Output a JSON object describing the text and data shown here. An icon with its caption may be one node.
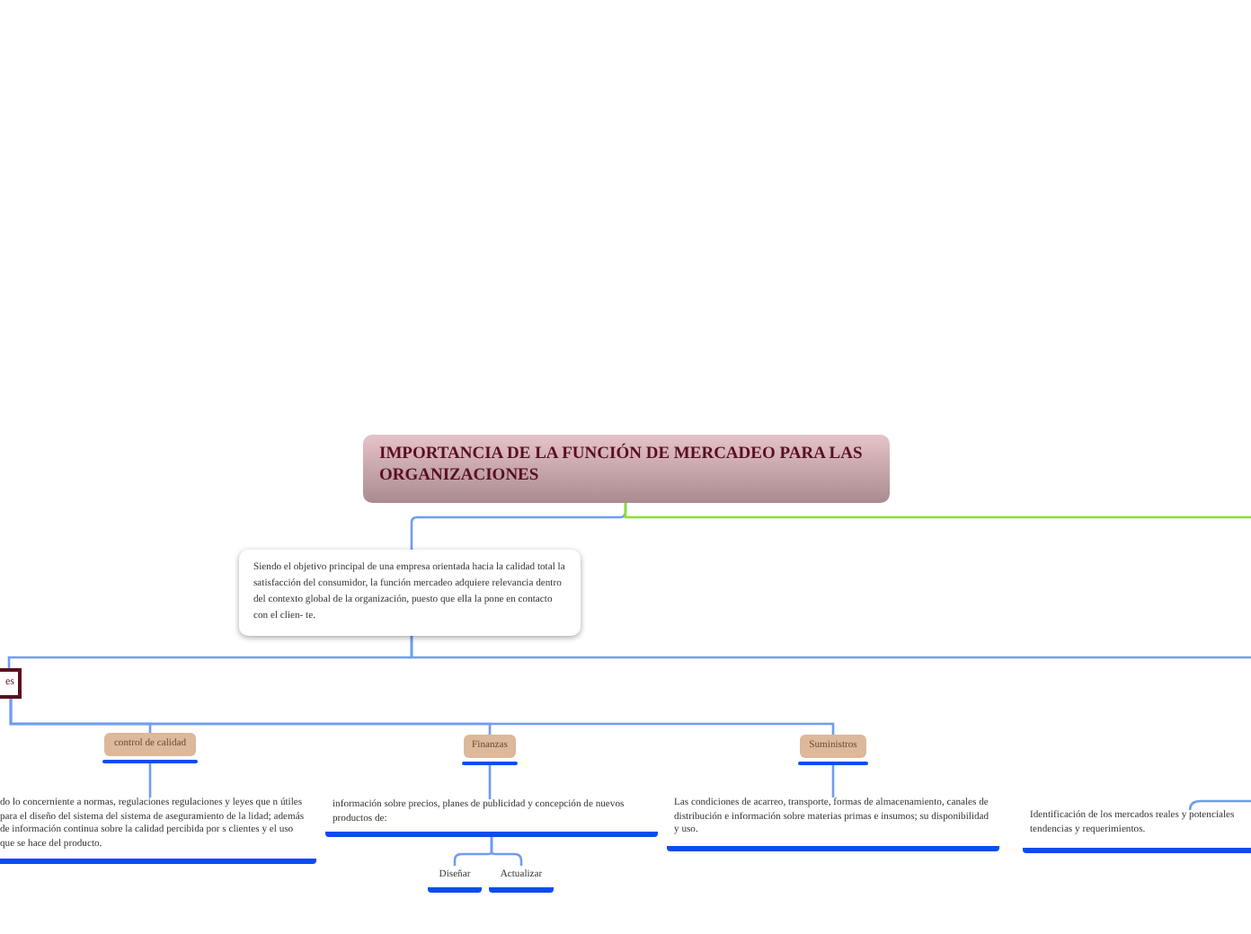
{
  "diagram": {
    "nodes": [
      {
        "text": [
          "IMPORTANCIA DE LA FUNCIÓN DE MERCADEO PARA LAS ORGANIZACIONES"
        ]
      },
      {
        "text": [
          "Siendo el objetivo principal de una empresa orientada hacia la calidad total la satisfacción del consumidor, la función mercadeo adquiere relevancia dentro del contexto global de la organización, puesto que ella la pone en contacto con el clien- te."
        ]
      },
      {
        "text": [
          "es"
        ]
      },
      {
        "text": [
          "control de calidad"
        ]
      },
      {
        "text": [
          "do lo concerniente a normas, regulaciones regulaciones y leyes que n útiles para el diseño del sistema del sistema de aseguramiento de la lidad; además de información continua sobre la calidad percibida por s clientes y el uso que se hace del producto."
        ]
      },
      {
        "text": [
          "Finanzas"
        ]
      },
      {
        "text": [
          "información sobre precios, planes de publicidad y concepción de nuevos productos de:"
        ]
      },
      {
        "text": [
          "Diseñar"
        ]
      },
      {
        "text": [
          "Actualizar"
        ]
      },
      {
        "text": [
          "Suministros"
        ]
      },
      {
        "text": [
          "Las condiciones de acarreo, transporte, formas de almacenamiento, canales de distribución e información sobre materias primas e insumos; su disponibilidad y uso."
        ]
      },
      {
        "text": [
          "Identificación de los mercados reales y potenciales tendencias y requerimientos."
        ]
      }
    ],
    "edges": [
      {
        "from": 0,
        "to": 1,
        "arrow": "none"
      },
      {
        "from": 0,
        "to": null,
        "arrow": "none",
        "color": "#8ee02a"
      },
      {
        "from": 1,
        "to": 2,
        "arrow": "none"
      },
      {
        "from": 1,
        "to": null,
        "arrow": "none"
      },
      {
        "from": 2,
        "to": 3,
        "arrow": "none"
      },
      {
        "from": 2,
        "to": 5,
        "arrow": "none"
      },
      {
        "from": 2,
        "to": 9,
        "arrow": "none"
      },
      {
        "from": 3,
        "to": 4,
        "arrow": "none"
      },
      {
        "from": 5,
        "to": 6,
        "arrow": "none"
      },
      {
        "from": 6,
        "to": 7,
        "arrow": "none"
      },
      {
        "from": 6,
        "to": 8,
        "arrow": "none"
      },
      {
        "from": 9,
        "to": 10,
        "arrow": "none"
      },
      {
        "from": null,
        "to": 11,
        "arrow": "none"
      }
    ]
  }
}
